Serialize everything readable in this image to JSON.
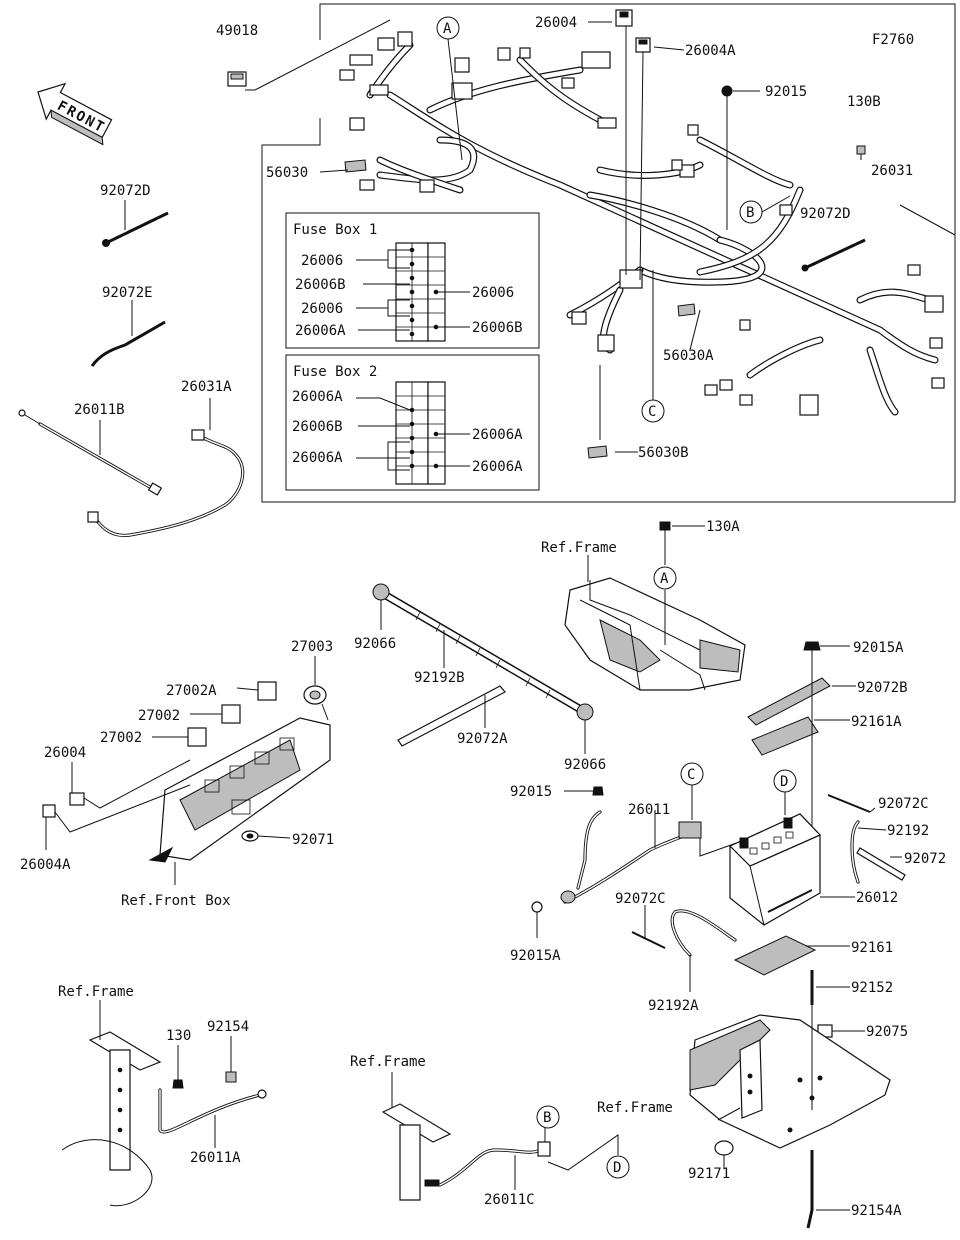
{
  "figure_id": "F2760",
  "front_label": "FRONT",
  "refs": {
    "a": "A",
    "b": "B",
    "c": "C",
    "d": "D"
  },
  "fuse_box_1": {
    "title": "Fuse Box 1",
    "left_labels": [
      "26006",
      "26006B",
      "26006",
      "26006A"
    ],
    "right_labels": [
      "26006",
      "26006B"
    ]
  },
  "fuse_box_2": {
    "title": "Fuse Box 2",
    "left_labels": [
      "26006A",
      "26006B",
      "26006A"
    ],
    "right_labels": [
      "26006A",
      "26006A"
    ]
  },
  "ref_labels": {
    "frame": "Ref.Frame",
    "front_box": "Ref.Front Box"
  },
  "part_numbers": {
    "p49018": "49018",
    "p26004": "26004",
    "p26004A": "26004A",
    "p92015": "92015",
    "p130B": "130B",
    "p26031": "26031",
    "p56030": "56030",
    "p92072D_a": "92072D",
    "p92072D_b": "92072D",
    "p92072E": "92072E",
    "p26031A": "26031A",
    "p26011B": "26011B",
    "p56030A": "56030A",
    "p56030B": "56030B",
    "p130A": "130A",
    "p92066_a": "92066",
    "p92192B": "92192B",
    "p92072A": "92072A",
    "p92066_b": "92066",
    "p27003": "27003",
    "p27002A": "27002A",
    "p27002": "27002",
    "p27002_b": "27002",
    "p26004_b": "26004",
    "p26004A_b": "26004A",
    "p92071": "92071",
    "p92015A_a": "92015A",
    "p92072B": "92072B",
    "p92161A": "92161A",
    "p92072C_a": "92072C",
    "p92192": "92192",
    "p92072": "92072",
    "p26012": "26012",
    "p92015_b": "92015",
    "p26011": "26011",
    "p92072C_b": "92072C",
    "p92015A_b": "92015A",
    "p92192A": "92192A",
    "p92161": "92161",
    "p92152": "92152",
    "p92075": "92075",
    "p130": "130",
    "p92154": "92154",
    "p26011A": "26011A",
    "p26011C": "26011C",
    "p92171": "92171",
    "p92154A": "92154A"
  }
}
